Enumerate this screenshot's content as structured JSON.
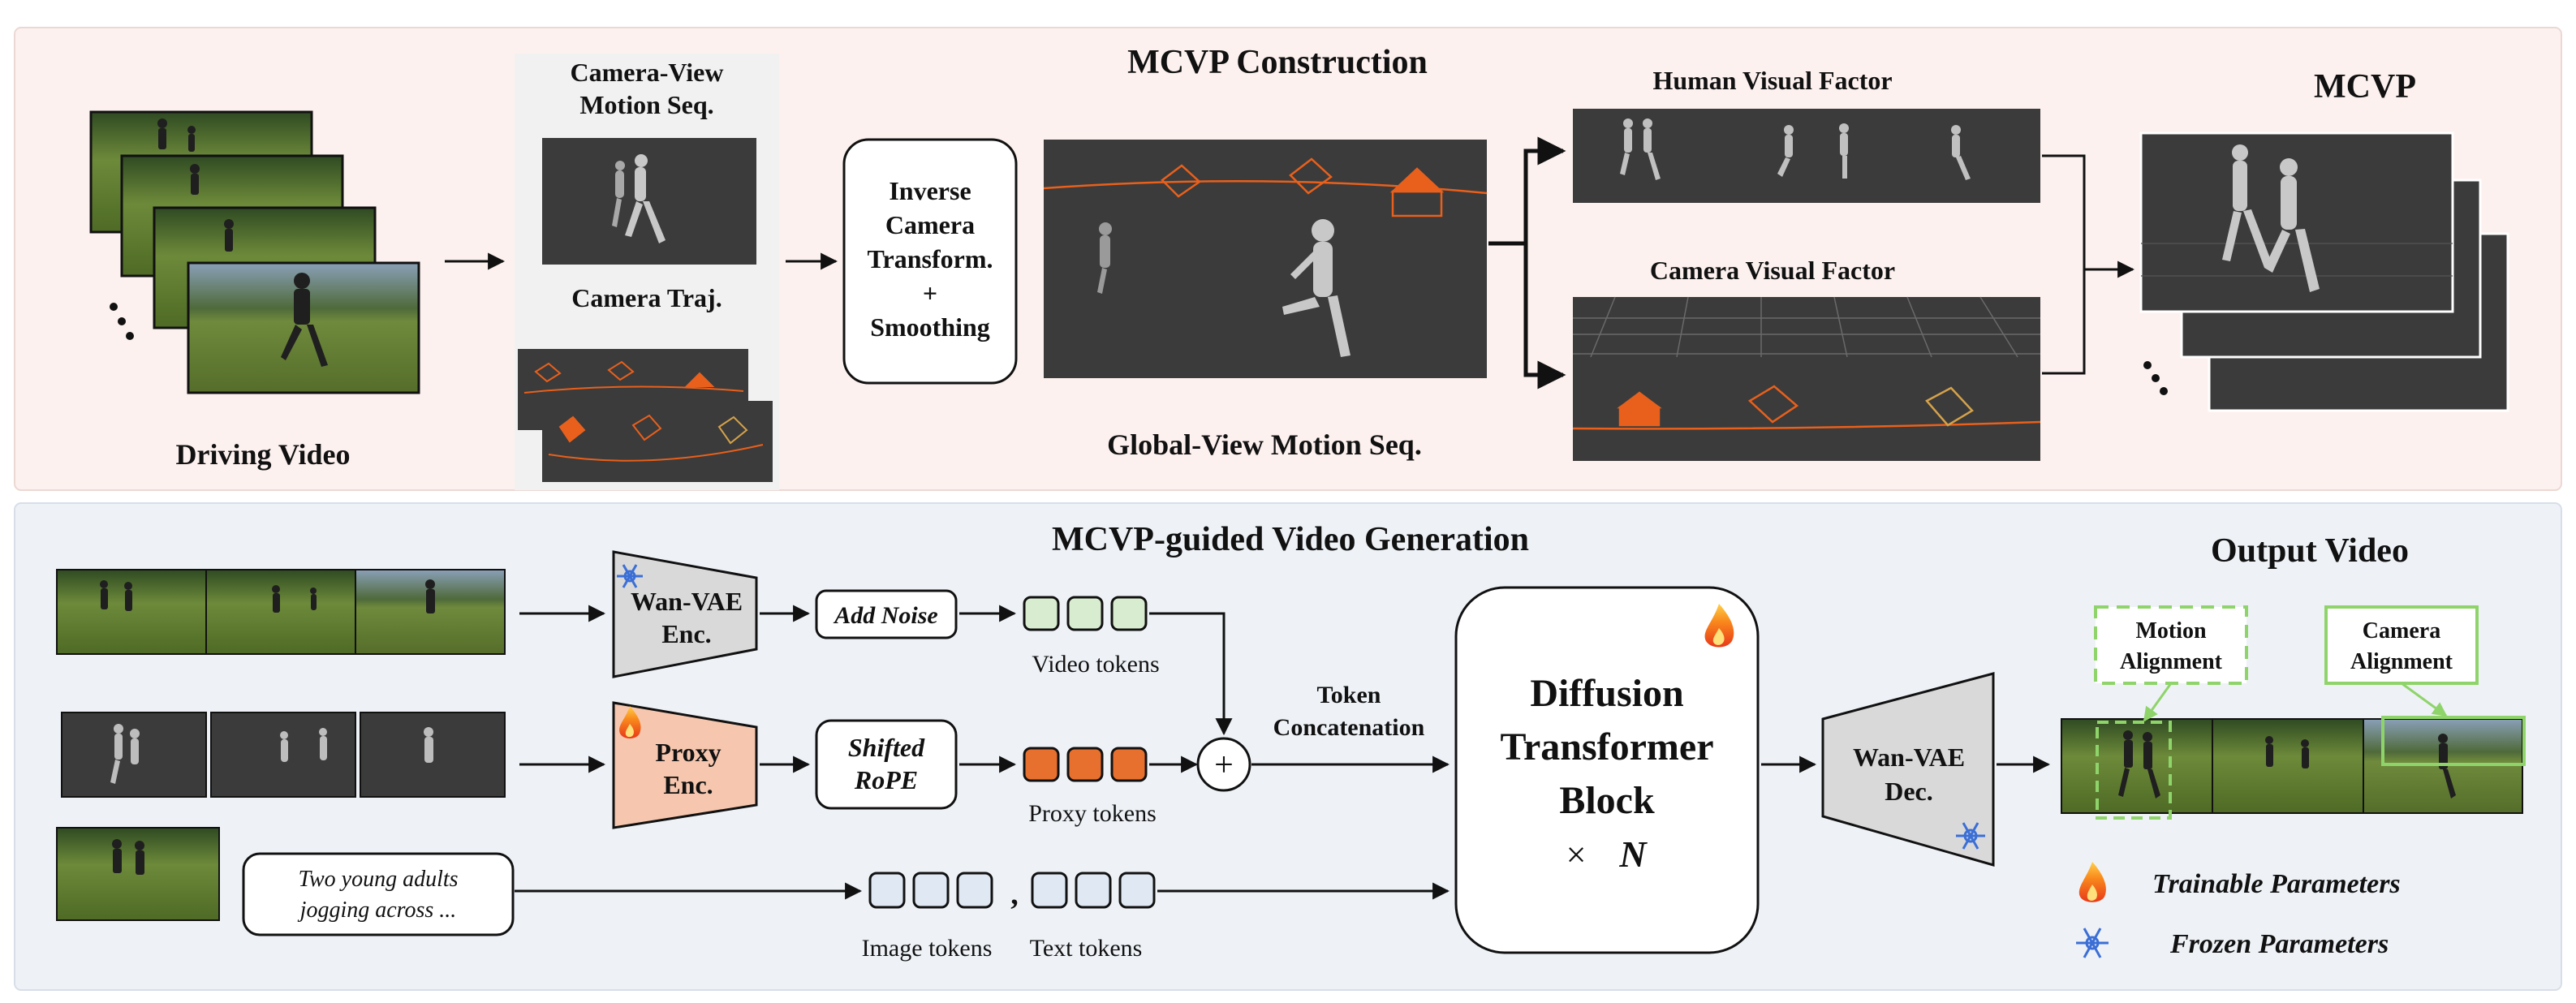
{
  "top": {
    "section_title": "MCVP Construction",
    "driving_video_label": "Driving Video",
    "camera_view_title_1": "Camera-View",
    "camera_view_title_2": "Motion Seq.",
    "camera_traj_title": "Camera Traj.",
    "inverse_1": "Inverse",
    "inverse_2": "Camera",
    "inverse_3": "Transform.",
    "inverse_4": "+",
    "inverse_5": "Smoothing",
    "global_view_label": "Global-View Motion Seq.",
    "human_factor_label": "Human Visual Factor",
    "camera_factor_label": "Camera Visual Factor",
    "mcvp_label": "MCVP"
  },
  "bottom": {
    "section_title": "MCVP-guided Video Generation",
    "enc1_1": "Wan-VAE",
    "enc1_2": "Enc.",
    "enc2_1": "Proxy",
    "enc2_2": "Enc.",
    "add_noise": "Add Noise",
    "shifted_1": "Shifted",
    "shifted_2": "RoPE",
    "video_tokens": "Video tokens",
    "proxy_tokens": "Proxy tokens",
    "image_tokens": "Image tokens",
    "text_tokens": "Text tokens",
    "token_comma": ",",
    "token_concat_1": "Token",
    "token_concat_2": "Concatenation",
    "plus_sign": "+",
    "prompt_1": "Two young adults",
    "prompt_2": "jogging across ...",
    "dit_1": "Diffusion",
    "dit_2": "Transformer",
    "dit_3": "Block",
    "dit_times": "×",
    "dit_n": "N",
    "dec_1": "Wan-VAE",
    "dec_2": "Dec.",
    "output_title": "Output Video",
    "motion_align_1": "Motion",
    "motion_align_2": "Alignment",
    "camera_align_1": "Camera",
    "camera_align_2": "Alignment",
    "trainable_legend": "Trainable Parameters",
    "frozen_legend": "Frozen Parameters"
  },
  "icons": {
    "trainable": "flame-icon",
    "frozen": "snowflake-icon"
  },
  "colors": {
    "top_panel_bg": "#fcf1ef",
    "bottom_panel_bg": "#eef2f7",
    "camera_orange": "#e8601c",
    "green_token": "#d8ecd0",
    "orange_token": "#e8702e",
    "blue_token": "#dfe8f3",
    "proxy_enc": "#f6c7ae",
    "gray_enc": "#d9d9d9",
    "alignment_green": "#8fd46a"
  }
}
